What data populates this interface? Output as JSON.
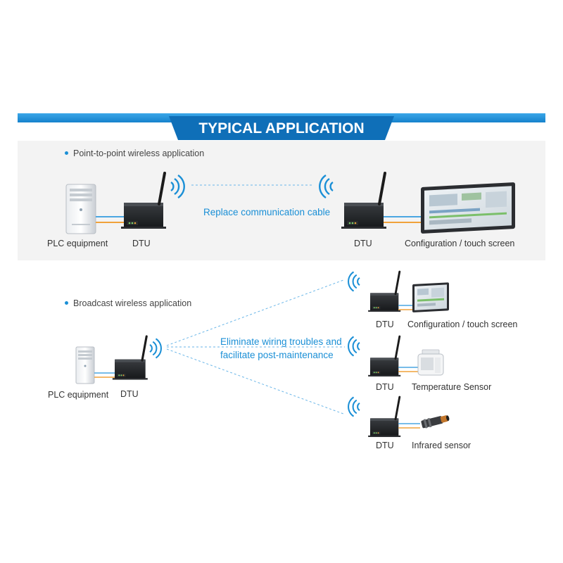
{
  "title": "TYPICAL APPLICATION",
  "colors": {
    "accent": "#1a8fd6",
    "banner_dark": "#0f6fb8",
    "panel": "#f3f3f3"
  },
  "point_to_point": {
    "heading": "Point-to-point wireless application",
    "link_caption": "Replace communication cable",
    "left_device_label": "PLC equipment",
    "left_dtu_label": "DTU",
    "right_dtu_label": "DTU",
    "right_device_label": "Configuration / touch screen"
  },
  "broadcast": {
    "heading": "Broadcast wireless application",
    "caption_line1": "Eliminate wiring troubles and",
    "caption_line2": "facilitate post-maintenance",
    "source_device_label": "PLC equipment",
    "source_dtu_label": "DTU",
    "targets": [
      {
        "dtu_label": "DTU",
        "device_label": "Configuration / touch screen",
        "device_icon": "touch-screen-icon"
      },
      {
        "dtu_label": "DTU",
        "device_label": "Temperature Sensor",
        "device_icon": "temperature-sensor-icon"
      },
      {
        "dtu_label": "DTU",
        "device_label": "Infrared sensor",
        "device_icon": "infrared-sensor-icon"
      }
    ]
  }
}
